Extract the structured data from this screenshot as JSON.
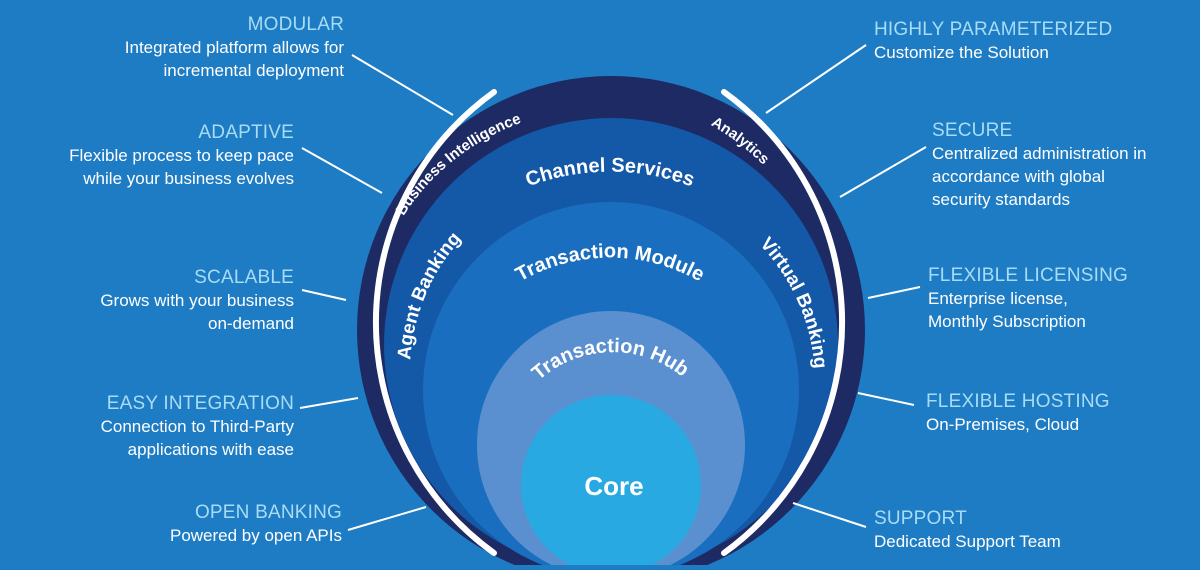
{
  "layers": {
    "core": "Core",
    "hub": "Transaction Hub",
    "module": "Transaction Module",
    "channel": "Channel Services",
    "agent": "Agent Banking",
    "virtual": "Virtual Banking",
    "bi": "Business Intelligence",
    "analytics": "Analytics"
  },
  "features_left": [
    {
      "title": "MODULAR",
      "lines": [
        "Integrated platform allows for",
        "incremental deployment"
      ]
    },
    {
      "title": "ADAPTIVE",
      "lines": [
        "Flexible process to keep pace",
        "while your business evolves"
      ]
    },
    {
      "title": "SCALABLE",
      "lines": [
        "Grows with your business",
        "on-demand"
      ]
    },
    {
      "title": "EASY INTEGRATION",
      "lines": [
        "Connection to Third-Party",
        "applications with ease"
      ]
    },
    {
      "title": "OPEN BANKING",
      "lines": [
        "Powered by open APIs"
      ]
    }
  ],
  "features_right": [
    {
      "title": "HIGHLY PARAMETERIZED",
      "lines": [
        "Customize the Solution"
      ]
    },
    {
      "title": "SECURE",
      "lines": [
        "Centralized administration in",
        "accordance with global",
        "security standards"
      ]
    },
    {
      "title": "FLEXIBLE LICENSING",
      "lines": [
        "Enterprise license,",
        "Monthly Subscription"
      ]
    },
    {
      "title": "FLEXIBLE HOSTING",
      "lines": [
        "On-Premises, Cloud"
      ]
    },
    {
      "title": "SUPPORT",
      "lines": [
        "Dedicated Support Team"
      ]
    }
  ],
  "colors": {
    "background": "#1e7cc4",
    "outer_ring": "#1d2a63",
    "channel_ring": "#1458a8",
    "module_ring": "#1a6ec0",
    "hub_circle": "#5a90cf",
    "core_circle": "#29a9e1",
    "title_accent": "#a8dcf5"
  }
}
